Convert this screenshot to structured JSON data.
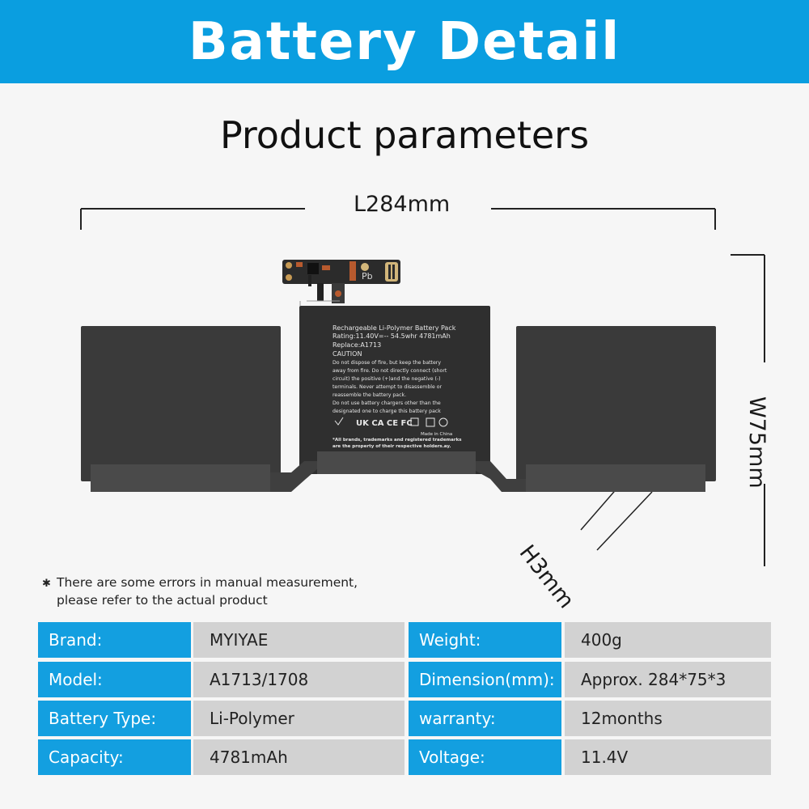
{
  "banner": {
    "title": "Battery Detail"
  },
  "subtitle": "Product parameters",
  "dimensions": {
    "length": "L284mm",
    "width": "W75mm",
    "height": "H3mm"
  },
  "battery_label": {
    "lines": [
      "Rechargeable Li-Polymer Battery Pack",
      "Rating:11.40V=-- 54.5whr 4781mAh",
      "Replace:A1713",
      "CAUTION",
      "Do not dispose of fire, but keep the battery",
      "away from fire. Do not directly connect (short",
      "circuit) the positive (+)and the negative (-)",
      "terminals. Never attempt to disassemble or",
      "reassemble the battery pack.",
      "Do not use battery chargers other than the",
      "designated one to charge this battery pack"
    ],
    "marks": "UK CA  CE  FC",
    "made_in": "Made in China",
    "footer_1": "*All brands, trademarks and registered trademarks",
    "footer_2": "are the property of their respective holders.ay.",
    "pb": "Pb"
  },
  "note": {
    "star": "✱",
    "line1": "There are some errors in manual measurement,",
    "line2": "please refer to the actual product"
  },
  "specs": [
    {
      "left_key": "Brand:",
      "left_val": "MYIYAE",
      "right_key": "Weight:",
      "right_val": "400g"
    },
    {
      "left_key": "Model:",
      "left_val": "A1713/1708",
      "right_key": "Dimension(mm):",
      "right_val": "Approx. 284*75*3"
    },
    {
      "left_key": "Battery Type:",
      "left_val": "Li-Polymer",
      "right_key": "warranty:",
      "right_val": "12months"
    },
    {
      "left_key": "Capacity:",
      "left_val": "4781mAh",
      "right_key": "Voltage:",
      "right_val": "11.4V"
    }
  ],
  "colors": {
    "banner": "#0a9ee0",
    "key_cell": "#139fe0",
    "value_cell": "#d2d2d2",
    "cell": "#3a3a3a"
  }
}
